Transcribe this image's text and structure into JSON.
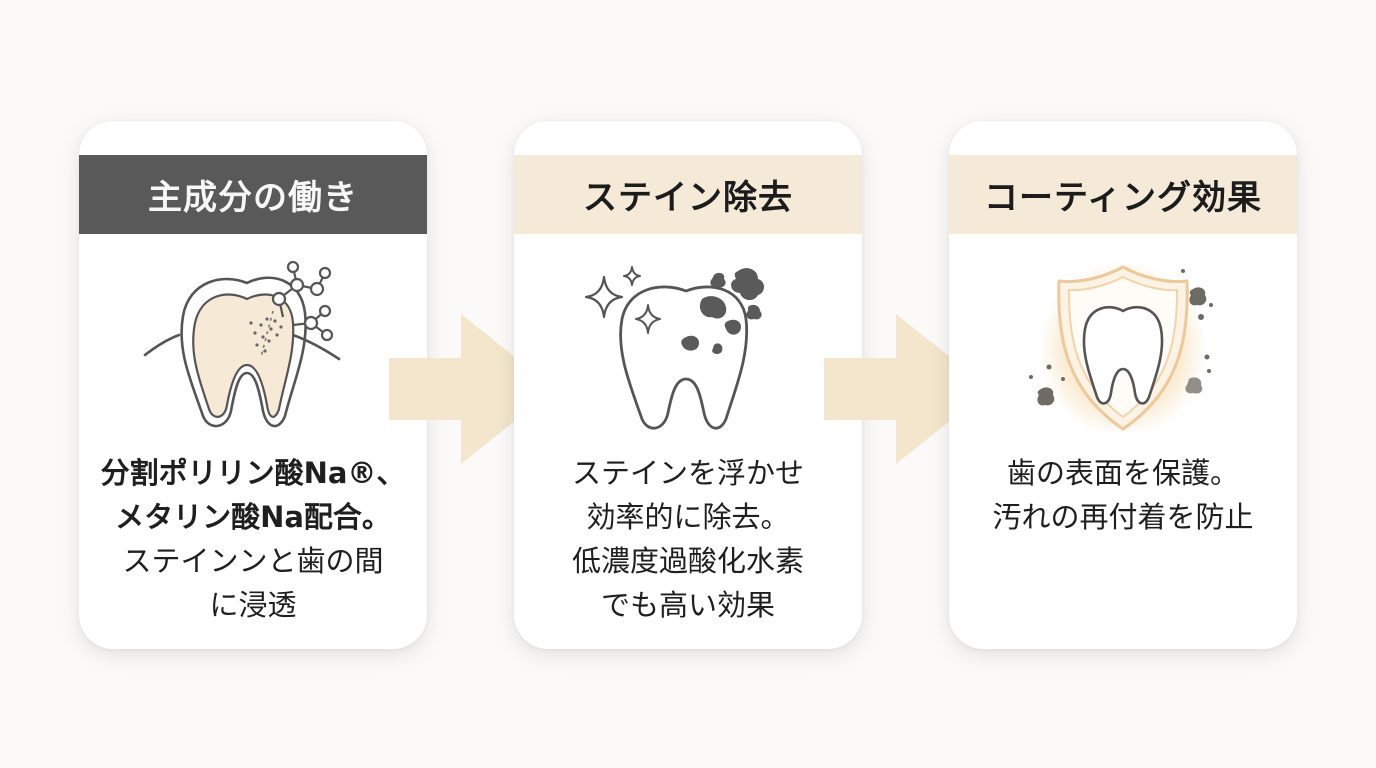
{
  "steps": [
    {
      "title": "主成分の働き",
      "lines": [
        "分割ポリリン酸Na®、",
        "メタリン酸Na配合。",
        "ステインンと歯の間",
        "に浸透"
      ],
      "icon": "tooth-molecule-icon"
    },
    {
      "title": "ステイン除去",
      "lines": [
        "ステインを浮かせ",
        "効率的に除去。",
        "低濃度過酸化水素",
        "でも高い効果"
      ],
      "icon": "tooth-stain-sparkle-icon"
    },
    {
      "title": "コーティング効果",
      "lines": [
        "歯の表面を保護。",
        "汚れの再付着を防止"
      ],
      "icon": "tooth-shield-icon"
    }
  ],
  "colors": {
    "header_dark": "#595959",
    "header_light": "#f5ead7",
    "arrow": "#f3e6cd",
    "stain": "#5a5a5a",
    "tooth_fill": "#f6ead7"
  }
}
